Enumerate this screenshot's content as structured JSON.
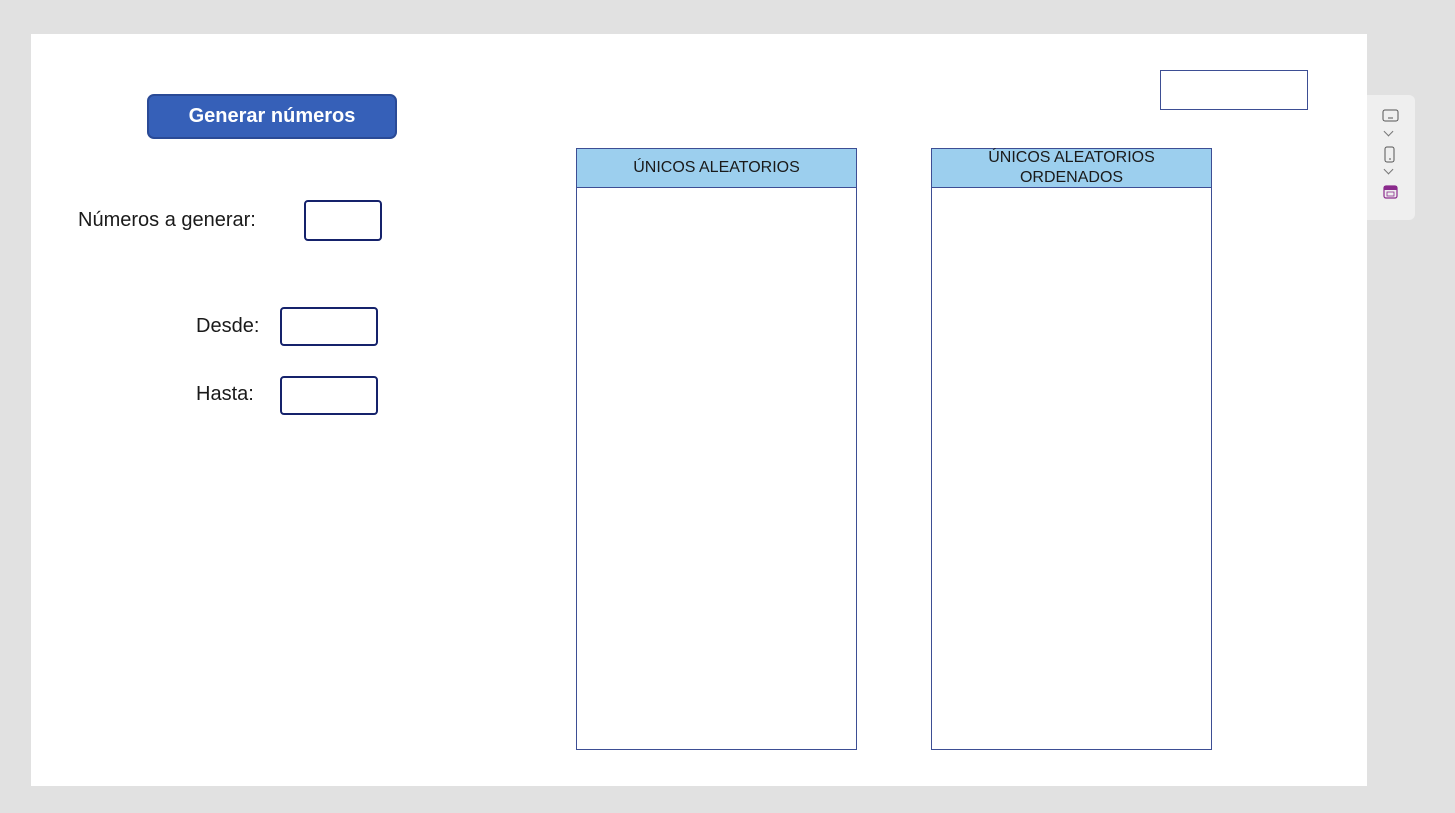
{
  "form": {
    "generate_button_label": "Generar números",
    "count_label": "Números a generar:",
    "count_value": "",
    "from_label": "Desde:",
    "from_value": "",
    "to_label": "Hasta:",
    "to_value": "",
    "top_right_value": ""
  },
  "lists": [
    {
      "header": "ÚNICOS ALEATORIOS",
      "items": []
    },
    {
      "header": "ÚNICOS ALEATORIOS ORDENADOS",
      "items": []
    }
  ],
  "side_toolbar": {
    "icons": [
      "screen-layout-icon",
      "phone-icon",
      "calendar-icon"
    ]
  },
  "colors": {
    "button": "#3660b8",
    "header_fill": "#9ccfee",
    "border": "#3d4e94",
    "field_border": "#15226b"
  }
}
